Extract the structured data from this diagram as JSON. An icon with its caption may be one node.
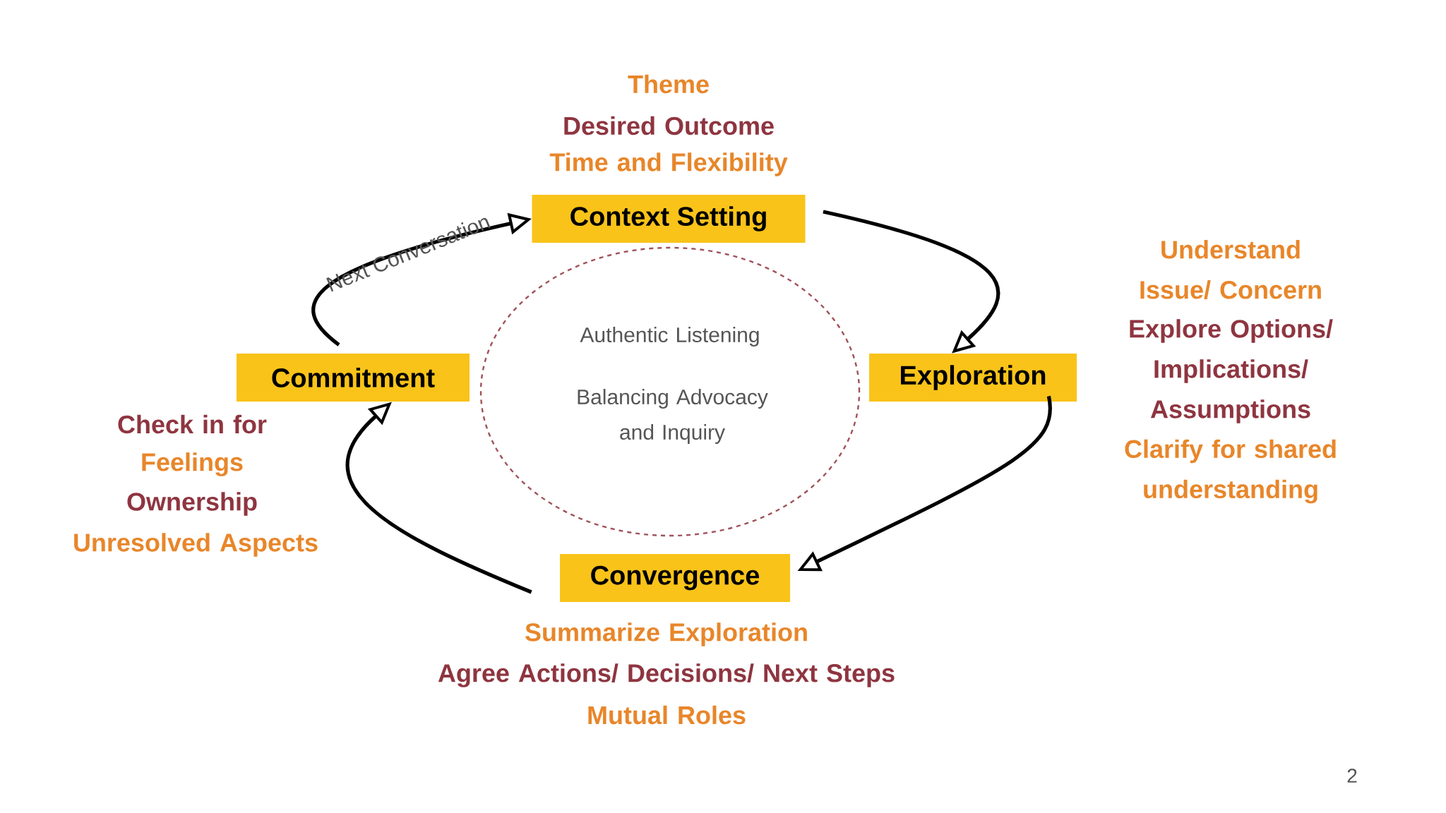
{
  "diagram": {
    "nodes": [
      {
        "text": [
          "Context Setting"
        ],
        "beside": [
          "Theme",
          "Desired Outcome",
          "Time and Flexibility"
        ]
      },
      {
        "text": [
          "Exploration"
        ],
        "beside": [
          "Understand Issue/ Concern",
          "Explore Options/ Implications/ Assumptions",
          "Clarify for shared understanding"
        ]
      },
      {
        "text": [
          "Convergence"
        ],
        "beside": [
          "Summarize Exploration",
          "Agree Actions/ Decisions/ Next Steps",
          "Mutual Roles"
        ]
      },
      {
        "text": [
          "Commitment"
        ],
        "beside": [
          "Check in for",
          "Feelings",
          "Ownership",
          "Unresolved Aspects"
        ]
      },
      {
        "text": [
          "Authentic Listening",
          "Balancing Advocacy and Inquiry"
        ]
      }
    ],
    "edges": [
      {
        "from": 0,
        "to": 1,
        "arrow": "to"
      },
      {
        "from": 1,
        "to": 2,
        "arrow": "to"
      },
      {
        "from": 2,
        "to": 3,
        "arrow": "to"
      },
      {
        "from": 3,
        "to": 0,
        "arrow": "to",
        "label": "Next Conversation"
      }
    ],
    "labels": [
      "2"
    ]
  }
}
